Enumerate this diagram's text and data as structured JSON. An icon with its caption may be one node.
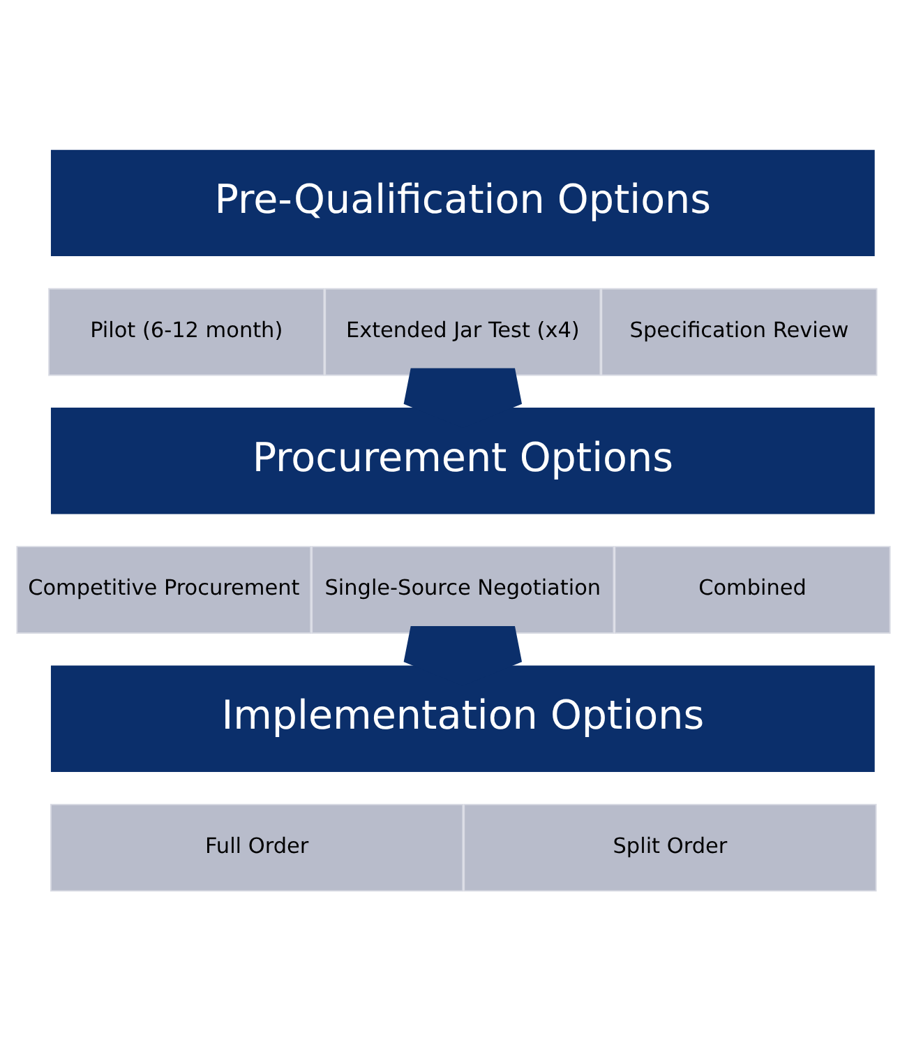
{
  "diagram": {
    "nodes": [
      {
        "text": [
          "Pre-Qualification Options"
        ]
      },
      {
        "text": [
          "Pilot (6-12 month)"
        ]
      },
      {
        "text": [
          "Extended Jar Test (x4)"
        ]
      },
      {
        "text": [
          "Specification Review"
        ]
      },
      {
        "text": [
          "Procurement Options"
        ]
      },
      {
        "text": [
          "Competitive Procurement"
        ]
      },
      {
        "text": [
          "Single-Source Negotiation"
        ]
      },
      {
        "text": [
          "Combined"
        ]
      },
      {
        "text": [
          "Implementation Options"
        ]
      },
      {
        "text": [
          "Full Order"
        ]
      },
      {
        "text": [
          "Split Order"
        ]
      }
    ],
    "edges": [
      {
        "from": 2,
        "to": 4,
        "arrow": "to",
        "style": "thick"
      },
      {
        "from": 6,
        "to": 8,
        "arrow": "to",
        "style": "thick"
      }
    ]
  }
}
